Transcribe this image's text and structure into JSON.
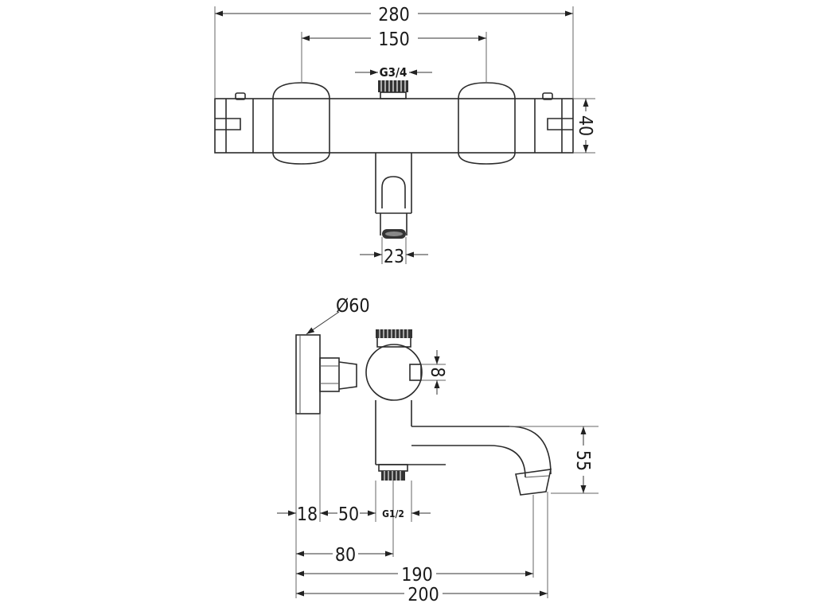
{
  "colors": {
    "ink": "#2b2b2b",
    "background": "#ffffff"
  },
  "top_view": {
    "overall_width": "280",
    "handle_spacing": "150",
    "inlet_thread": "G3/4",
    "height": "40",
    "spout_diameter": "23"
  },
  "side_view": {
    "handle_diameter": "Ø60",
    "port_height": "8",
    "spout_drop": "55",
    "wall_plate": "18",
    "body_offset": "50",
    "outlet_thread": "G1/2",
    "axis_to_body": "80",
    "spout_reach": "190",
    "overall_depth": "200"
  }
}
